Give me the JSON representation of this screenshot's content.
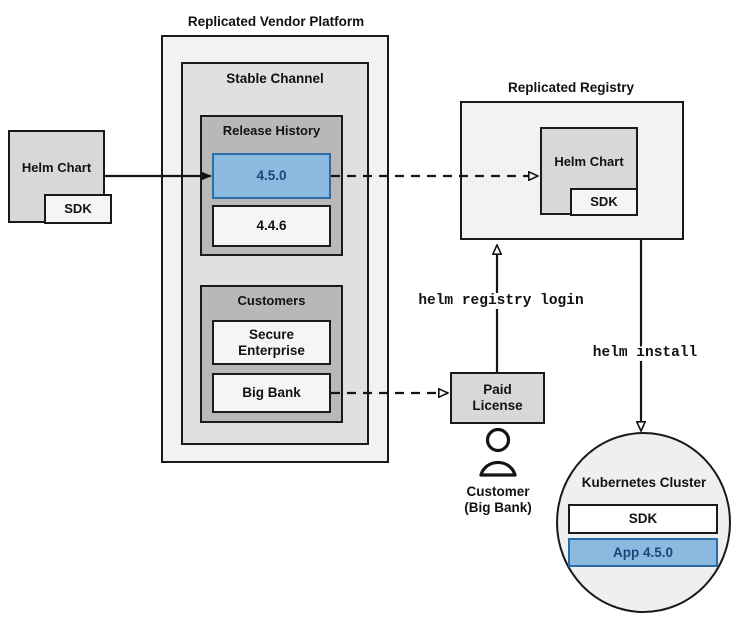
{
  "diagram": {
    "title_vendor_platform": "Replicated Vendor Platform",
    "title_registry": "Replicated Registry",
    "stable_channel": "Stable Channel",
    "release_history": "Release History",
    "release_current": "4.5.0",
    "release_previous": "4.4.6",
    "customers_header": "Customers",
    "customer_secure_enterprise": "Secure\nEnterprise",
    "customer_big_bank": "Big Bank",
    "helm_chart_source": "Helm Chart",
    "sdk_source": "SDK",
    "helm_chart_registry": "Helm Chart",
    "sdk_registry": "SDK",
    "paid_license": "Paid\nLicense",
    "customer_persona": "Customer\n(Big Bank)",
    "kubernetes_cluster": "Kubernetes Cluster",
    "cluster_sdk": "SDK",
    "cluster_app": "App 4.5.0",
    "cmd_registry_login": "helm registry login",
    "cmd_helm_install": "helm install"
  },
  "colors": {
    "accent_blue_fill": "#8cb9e0",
    "accent_blue_border": "#2a6ca8",
    "accent_blue_text": "#15477a",
    "stroke": "#1a1a1a",
    "outer_fill": "#f2f2f2",
    "mid_fill": "#e0e0e0",
    "inner_fill": "#b8b8b8",
    "node_fill": "#d8d8d8",
    "white_fill": "#f5f5f5",
    "circle_fill": "#efefef"
  }
}
